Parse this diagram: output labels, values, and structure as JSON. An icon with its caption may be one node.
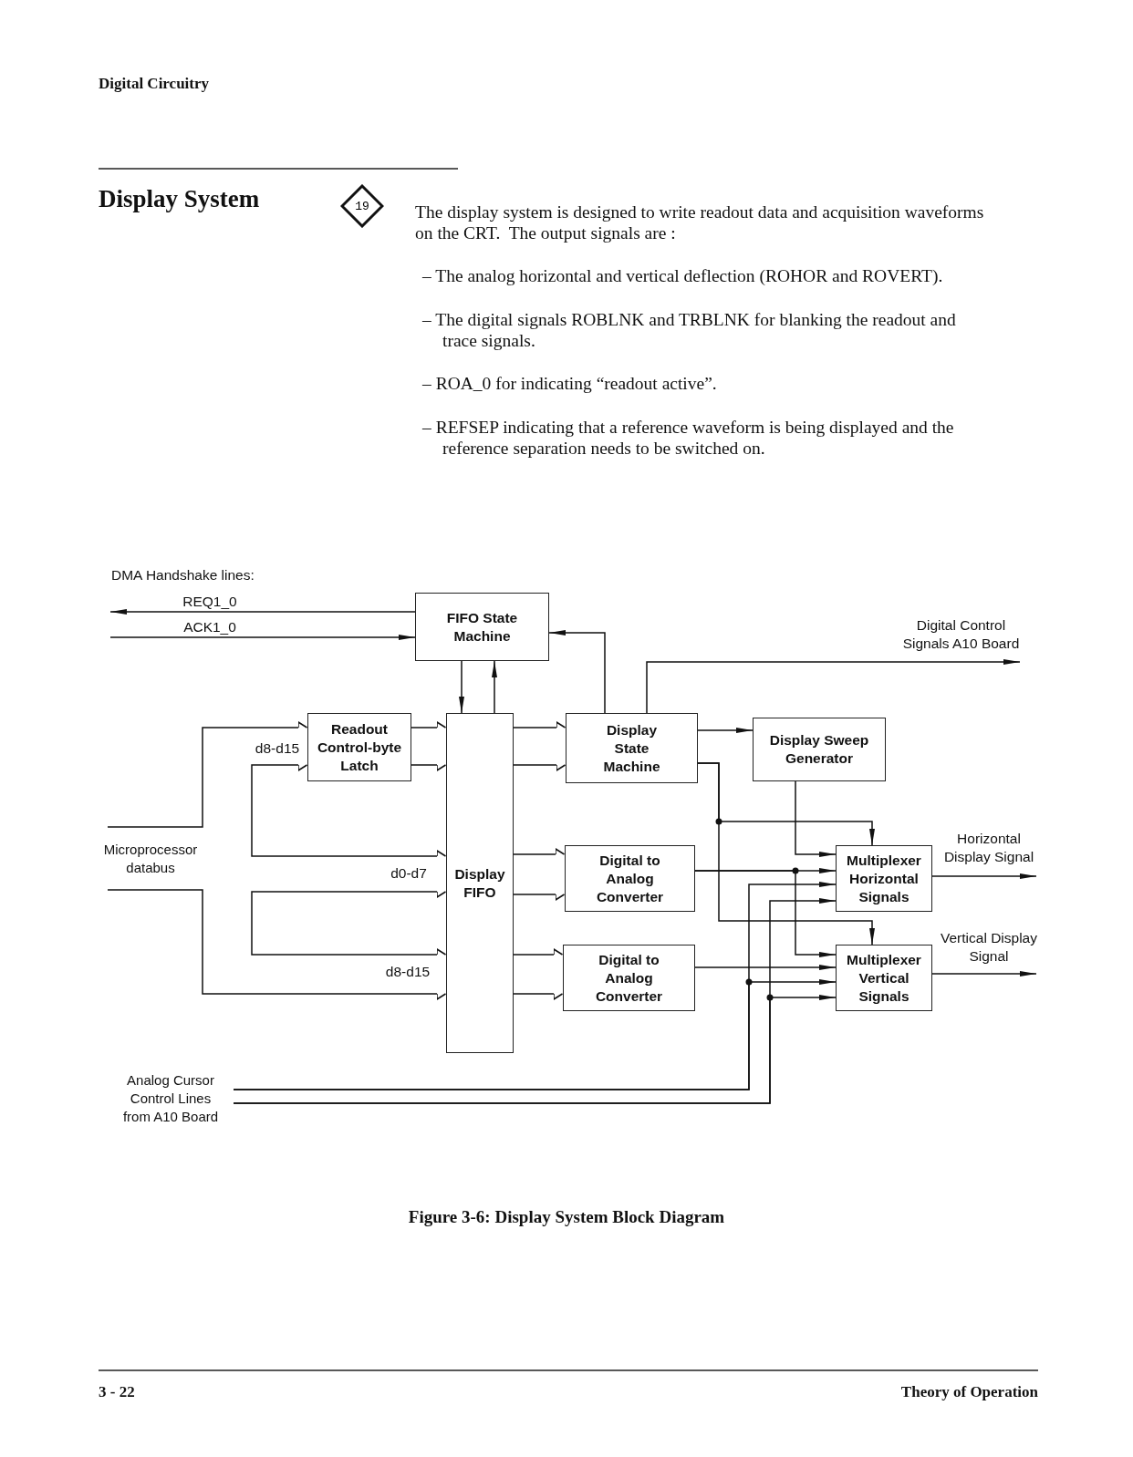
{
  "diagram": {
    "title": "Display System",
    "caption": "Figure 3-6: Display System Block Diagram",
    "nodes": [
      {
        "text": [
          "19"
        ]
      },
      {
        "text": [
          "FIFO State Machine"
        ]
      },
      {
        "text": [
          "Readout Control-byte Latch"
        ]
      },
      {
        "text": [
          "Display FIFO"
        ]
      },
      {
        "text": [
          "Display State Machine"
        ]
      },
      {
        "text": [
          "Display Sweep Generator"
        ]
      },
      {
        "text": [
          "Microprocessor databus"
        ]
      },
      {
        "text": [
          "Digital to Analog Converter"
        ]
      },
      {
        "text": [
          "Multiplexer Horizontal Signals"
        ]
      },
      {
        "text": [
          "Digital to Analog Converter"
        ]
      },
      {
        "text": [
          "Multiplexer Vertical Signals"
        ]
      },
      {
        "text": [
          "Analog Cursor Control Lines from A10 Board"
        ]
      }
    ],
    "edges": [
      {
        "from": 1,
        "to": null,
        "arrow": "to",
        "label": "REQ1_0"
      },
      {
        "from": null,
        "to": 1,
        "arrow": "to",
        "label": "ACK1_0"
      },
      {
        "from": 1,
        "to": 3,
        "arrow": "to"
      },
      {
        "from": 3,
        "to": 1,
        "arrow": "to"
      },
      {
        "from": 4,
        "to": 1,
        "arrow": "to"
      },
      {
        "from": 4,
        "to": null,
        "arrow": "to",
        "label": "Digital Control Signals A10 Board"
      },
      {
        "from": 6,
        "to": 2,
        "arrow": "to",
        "label": "d8-d15"
      },
      {
        "from": 2,
        "to": 3,
        "arrow": "to"
      },
      {
        "from": 2,
        "to": 3,
        "arrow": "to"
      },
      {
        "from": 2,
        "to": 3,
        "arrow": "both",
        "label": "d0-d7"
      },
      {
        "from": 3,
        "to": 3,
        "arrow": "both"
      },
      {
        "from": 6,
        "to": 3,
        "arrow": "to",
        "label": "d8-d15"
      },
      {
        "from": 3,
        "to": 4,
        "arrow": "to"
      },
      {
        "from": 3,
        "to": 4,
        "arrow": "to"
      },
      {
        "from": 4,
        "to": 5,
        "arrow": "to"
      },
      {
        "from": 3,
        "to": 7,
        "arrow": "to"
      },
      {
        "from": 3,
        "to": 7,
        "arrow": "to"
      },
      {
        "from": 3,
        "to": 9,
        "arrow": "to"
      },
      {
        "from": 3,
        "to": 9,
        "arrow": "to"
      },
      {
        "from": 4,
        "to": 8,
        "arrow": "to"
      },
      {
        "from": 4,
        "to": 10,
        "arrow": "to"
      },
      {
        "from": 5,
        "to": 8,
        "arrow": "to"
      },
      {
        "from": 7,
        "to": 8,
        "arrow": "to"
      },
      {
        "from": 7,
        "to": 10,
        "arrow": "to"
      },
      {
        "from": 9,
        "to": 10,
        "arrow": "to"
      },
      {
        "from": 11,
        "to": 8,
        "arrow": "to"
      },
      {
        "from": 11,
        "to": 10,
        "arrow": "to"
      },
      {
        "from": 11,
        "to": 8,
        "arrow": "to"
      },
      {
        "from": 11,
        "to": 10,
        "arrow": "to"
      },
      {
        "from": 8,
        "to": null,
        "arrow": "to",
        "label": "Horizontal Display Signal"
      },
      {
        "from": 10,
        "to": null,
        "arrow": "to",
        "label": "Vertical Display Signal"
      }
    ],
    "labels": [
      "Digital Circuitry",
      "The display system is designed to write readout data and acquisition waveforms on the CRT.  The output signals are :",
      "– The analog horizontal and vertical deflection (ROHOR and ROVERT).",
      "– The digital signals ROBLNK and TRBLNK for blanking the readout and trace signals.",
      "– ROA_0 for indicating “readout active”.",
      "– REFSEP indicating that a reference waveform is being displayed and the reference separation needs to be switched on.",
      "DMA Handshake lines:",
      "3 - 22",
      "Theory of Operation"
    ]
  }
}
